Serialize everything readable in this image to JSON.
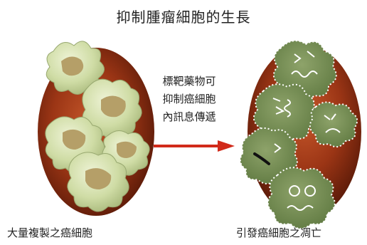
{
  "title": "抑制腫瘤細胞的生長",
  "left_label": "大量複製之癌細胞",
  "right_label": "引發癌細胞之凋亡",
  "center_lines": [
    "標靶藥物可",
    "抑制癌細胞",
    "內訊息傳遞"
  ],
  "colors": {
    "tumor": "#8a2a12",
    "healthy_cell": "#c9d7a2",
    "nucleus": "#b5a06a",
    "dying_cell": "#6f8a4c",
    "arrow": "#d12a1a"
  }
}
